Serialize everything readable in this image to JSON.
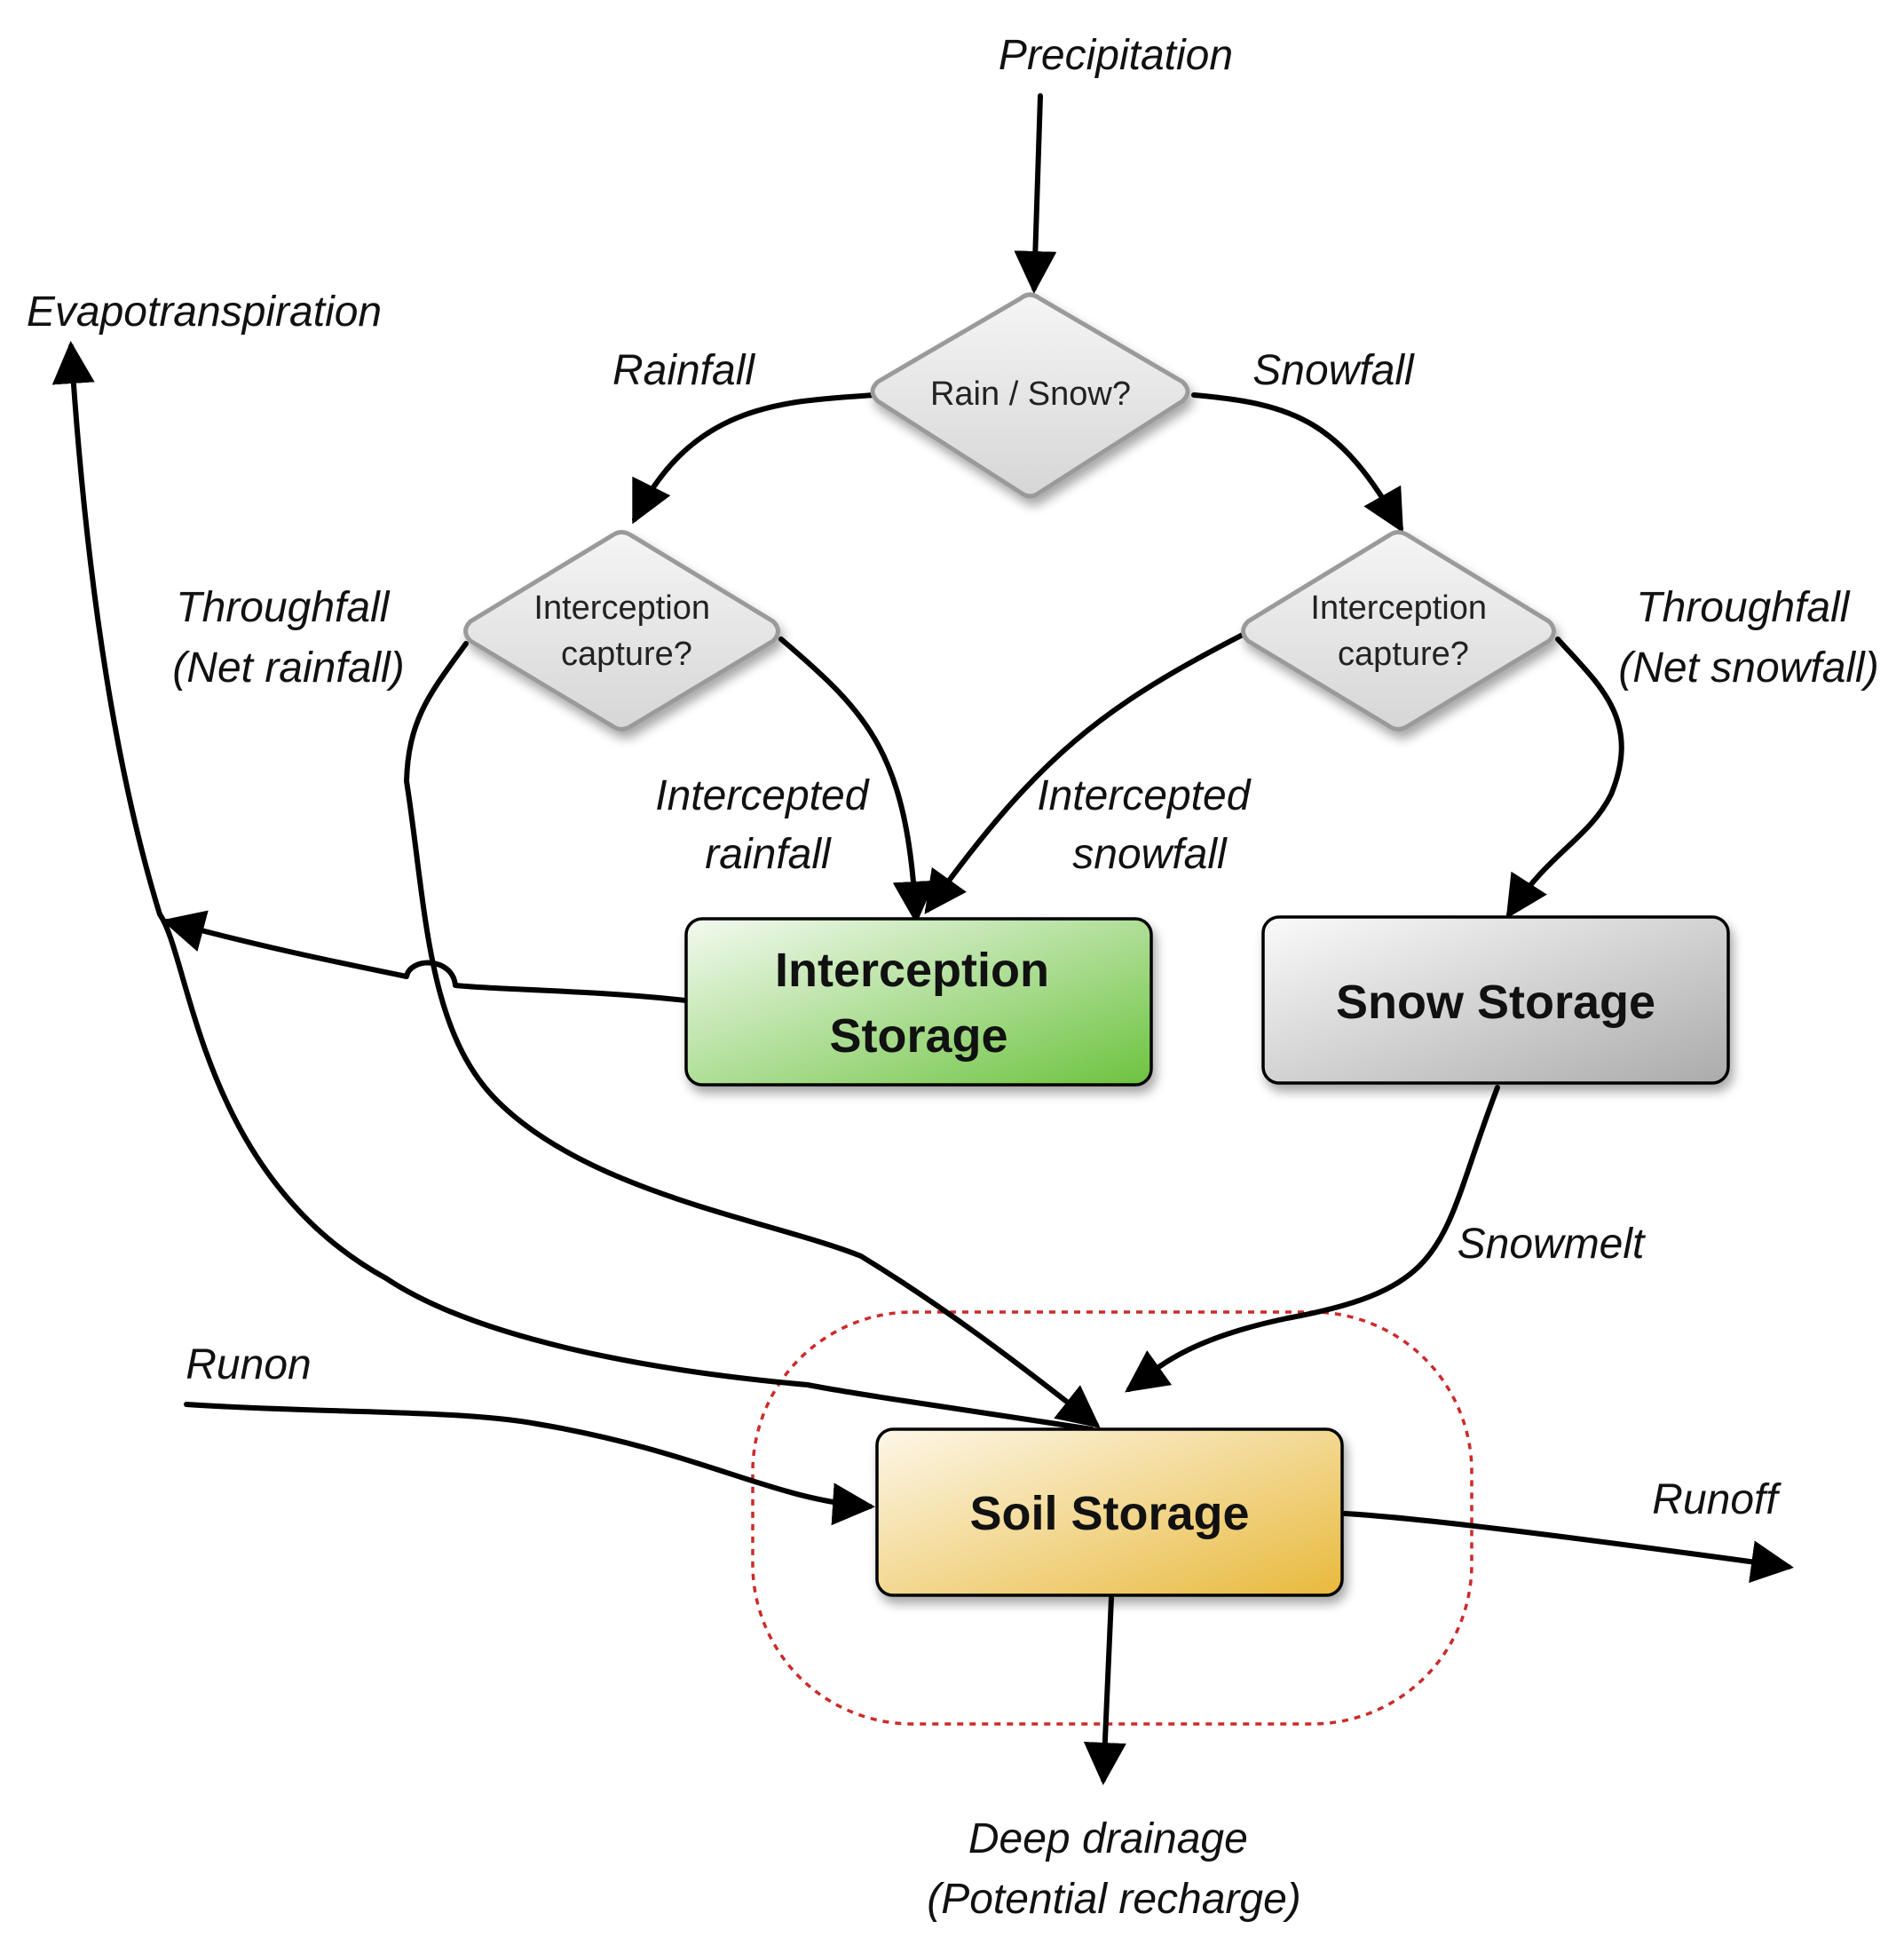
{
  "diagram": {
    "nodes": {
      "rain_snow_decision": "Rain / Snow?",
      "rain_interception_decision": [
        "Interception",
        "capture?"
      ],
      "snow_interception_decision": [
        "Interception",
        "capture?"
      ],
      "interception_storage": [
        "Interception",
        "Storage"
      ],
      "snow_storage": "Snow Storage",
      "soil_storage": "Soil Storage"
    },
    "flows": {
      "precipitation": "Precipitation",
      "rainfall": "Rainfall",
      "snowfall": "Snowfall",
      "throughfall_rain": [
        "Throughfall",
        "(Net rainfall)"
      ],
      "throughfall_snow": [
        "Throughfall",
        "(Net snowfall)"
      ],
      "intercepted_rainfall": [
        "Intercepted",
        "rainfall"
      ],
      "intercepted_snowfall": [
        "Intercepted",
        "snowfall"
      ],
      "evapotranspiration": "Evapotranspiration",
      "snowmelt": "Snowmelt",
      "runon": "Runon",
      "runoff": "Runoff",
      "deep_drainage": [
        "Deep drainage",
        "(Potential recharge)"
      ]
    },
    "colors": {
      "interception_storage": [
        "#f3faf0",
        "#6cc33f"
      ],
      "snow_storage": [
        "#fafafa",
        "#ababab"
      ],
      "soil_storage": [
        "#fdf7e8",
        "#e8b93c"
      ],
      "decision": [
        "#f5f5f5",
        "#d6d6d6"
      ],
      "boundary": "#cc2a2a"
    }
  }
}
